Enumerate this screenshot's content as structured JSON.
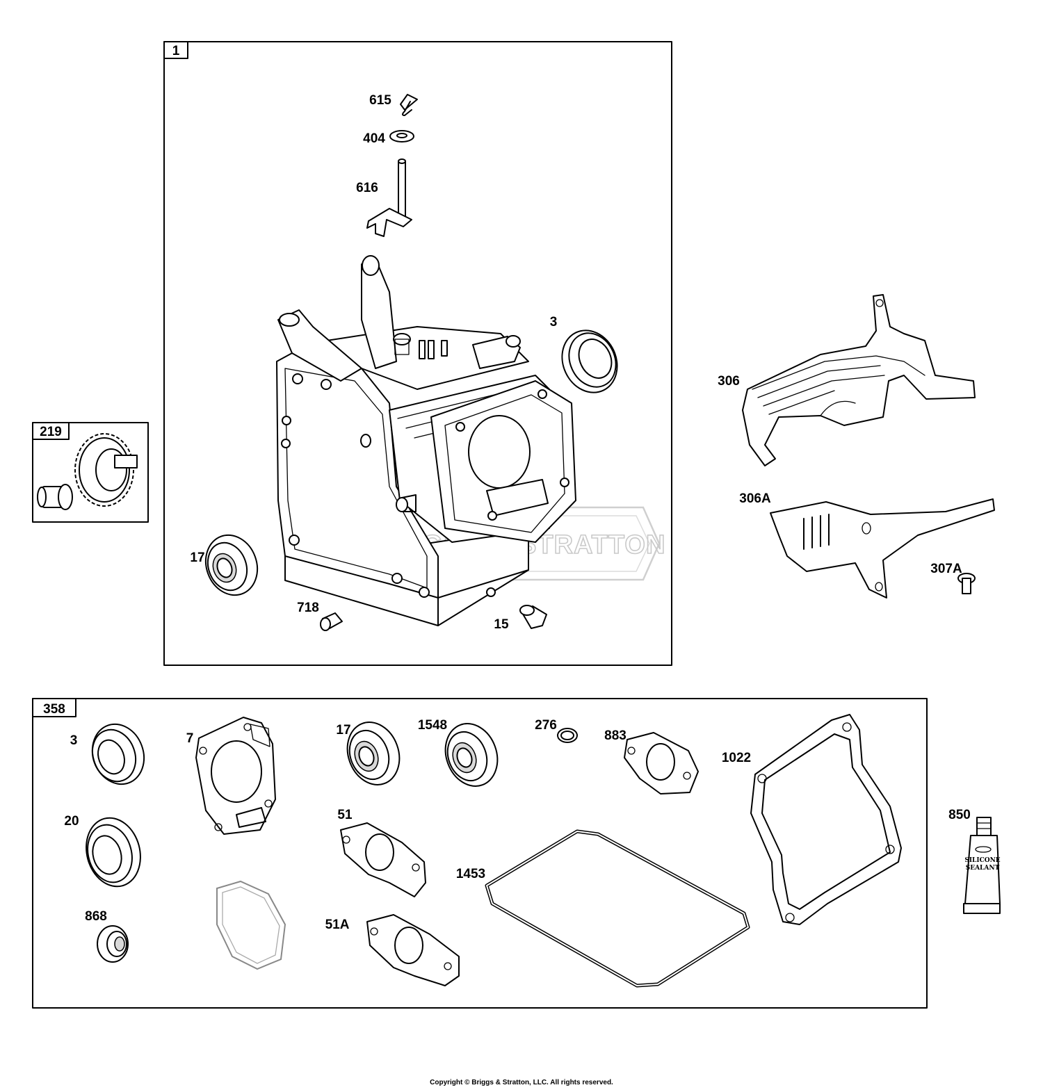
{
  "watermark": "BRIGGS & STRATTON",
  "copyright": "Copyright © Briggs & Stratton, LLC. All rights reserved.",
  "groups": {
    "group_1": "1",
    "group_219": "219",
    "group_358": "358"
  },
  "parts": {
    "p615": "615",
    "p404": "404",
    "p616": "616",
    "p3_main": "3",
    "p17_main": "17",
    "p718": "718",
    "p15": "15",
    "p306": "306",
    "p306A": "306A",
    "p307A": "307A",
    "k3": "3",
    "k7": "7",
    "k17": "17",
    "k1548": "1548",
    "k276": "276",
    "k883": "883",
    "k1022": "1022",
    "k20": "20",
    "k51": "51",
    "k1453": "1453",
    "k868": "868",
    "k51A": "51A",
    "p850": "850"
  },
  "sealant_tube": {
    "line1": "SILICONE",
    "line2": "SEALANT"
  }
}
